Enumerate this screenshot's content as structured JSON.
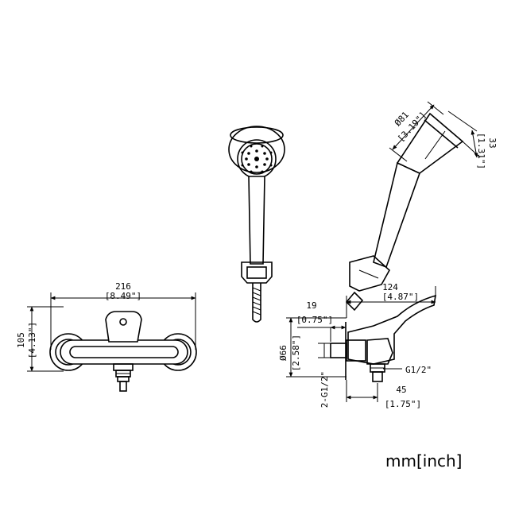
{
  "dimensions": {
    "width_mm": "216",
    "width_in": "[8.49\"]",
    "height_mm": "105",
    "height_in": "[4.13\"]",
    "head_dia_mm": "Ø81",
    "head_dia_in": "[3.19\"]",
    "head_depth_mm": "33",
    "head_depth_in": "[1.31\"]",
    "reach_mm": "124",
    "reach_in": "[4.87\"]",
    "wall_mm": "19",
    "wall_in": "[0.75\"]",
    "body_dia_mm": "Ø66",
    "body_dia_in": "[2.58\"]",
    "inlet": "2-G1/2\"",
    "outlet": "G1/2\"",
    "outlet_offset_mm": "45",
    "outlet_offset_in": "[1.75\"]"
  },
  "unit_label": "mm[inch]"
}
